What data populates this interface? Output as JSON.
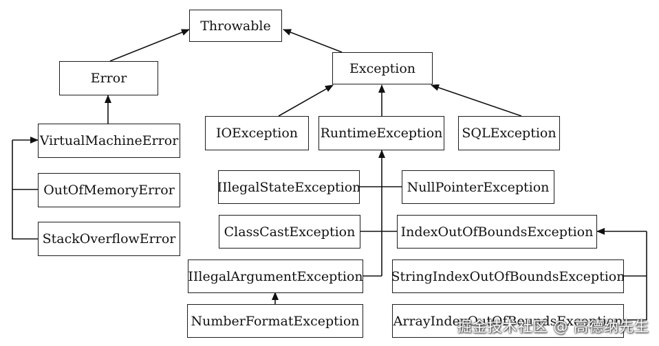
{
  "nodes": {
    "throwable": "Throwable",
    "error": "Error",
    "exception": "Exception",
    "virtual_machine_error": "VirtualMachineError",
    "out_of_memory_error": "OutOfMemoryError",
    "stack_overflow_error": "StackOverflowError",
    "io_exception": "IOException",
    "runtime_exception": "RuntimeException",
    "sql_exception": "SQLException",
    "illegal_state_exception": "IIlegalStateException",
    "null_pointer_exception": "NullPointerException",
    "class_cast_exception": "ClassCastException",
    "index_out_of_bounds_exception": "IndexOutOfBoundsException",
    "illegal_argument_exception": "IIlegalArgumentException",
    "string_index_out_of_bounds_exception": "StringIndexOutOfBoundsException",
    "number_format_exception": "NumberFormatException",
    "array_index_out_of_bounds_exception": "ArrayIndexOutOfBoundsException"
  },
  "watermark": "掘金技术社区 @ 高德纳先生"
}
